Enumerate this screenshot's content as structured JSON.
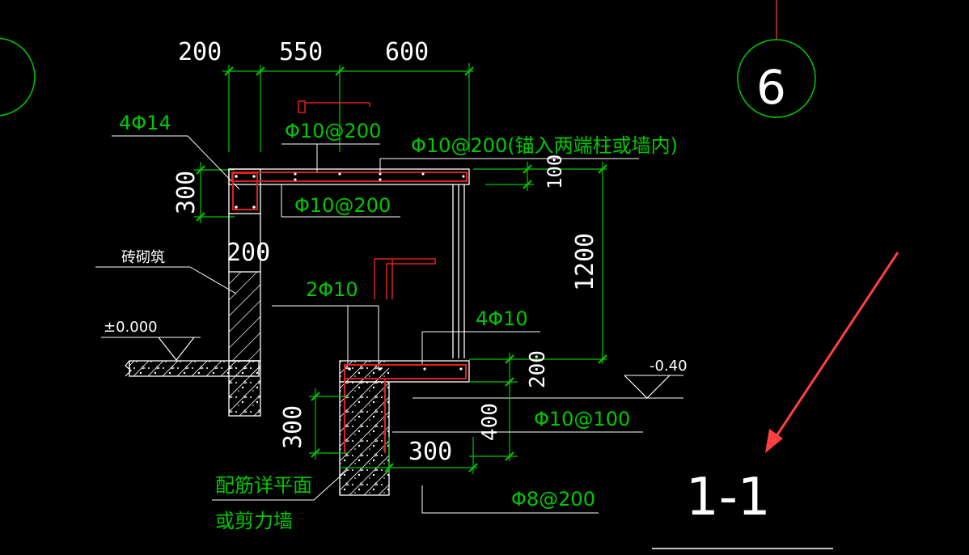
{
  "drawing": {
    "top_dimensions": [
      "200",
      "550",
      "600"
    ],
    "grid_marker": "6",
    "section_title": "1-1",
    "left_dimensions": [
      "300",
      "200",
      "300"
    ],
    "right_dimensions": [
      "100",
      "1200",
      "200",
      "400"
    ],
    "bottom_dimension": "300",
    "levels": {
      "ground": "±0.000",
      "lower": "-0.40"
    },
    "callouts": {
      "corner_bars": "4Φ14",
      "top_slab_upper": "Φ10@200",
      "top_slab_anchor": "Φ10@200(锚入两端柱或墙内)",
      "top_slab_lower": "Φ10@200",
      "brick_wall": "砖砌筑",
      "mid_bars": "2Φ10",
      "bottom_bars": "4Φ10",
      "bottom_slab": "Φ10@100",
      "bottom_stirrup": "Φ8@200",
      "note_line1": "配筋详平面",
      "note_line2": "或剪力墙"
    },
    "colors": {
      "background": "#000000",
      "dimension_lines": "#00c800",
      "structure_lines": "#ffffff",
      "rebar": "#e02020",
      "annotation_arrow": "#ff4040"
    }
  }
}
